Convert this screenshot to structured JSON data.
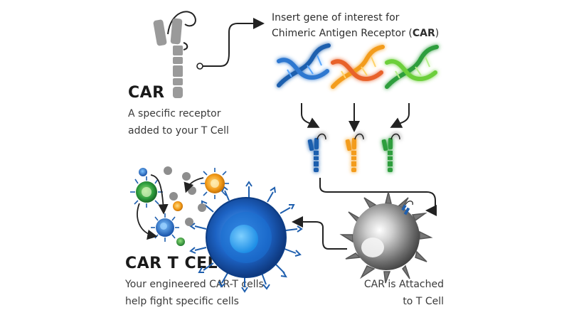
{
  "insert_text": {
    "line1": "Insert gene of interest for",
    "line2_prefix": "Chimeric Antigen Receptor (",
    "line2_bold": "CAR",
    "line2_suffix": ")"
  },
  "car": {
    "title": "CAR",
    "desc_line1": "A specific receptor",
    "desc_line2": "added to your T Cell"
  },
  "car_t_cell": {
    "title": "CAR T CELL",
    "desc_line1": "Your engineered CAR-T cells",
    "desc_line2": "help fight specific cells"
  },
  "attached": {
    "line1": "CAR is Attached",
    "line2": "to T Cell"
  },
  "colors": {
    "receptor_gray": "#9a9a9a",
    "blue": "#1f5fae",
    "orange": "#f39c1a",
    "green": "#2e9e3e",
    "arrow": "#222222",
    "cell_gray": "#7d7d7d"
  },
  "dna_helices": [
    {
      "color": "blue"
    },
    {
      "color": "orange"
    },
    {
      "color": "green"
    }
  ],
  "mini_receptors": [
    {
      "color": "blue"
    },
    {
      "color": "orange"
    },
    {
      "color": "green"
    }
  ]
}
